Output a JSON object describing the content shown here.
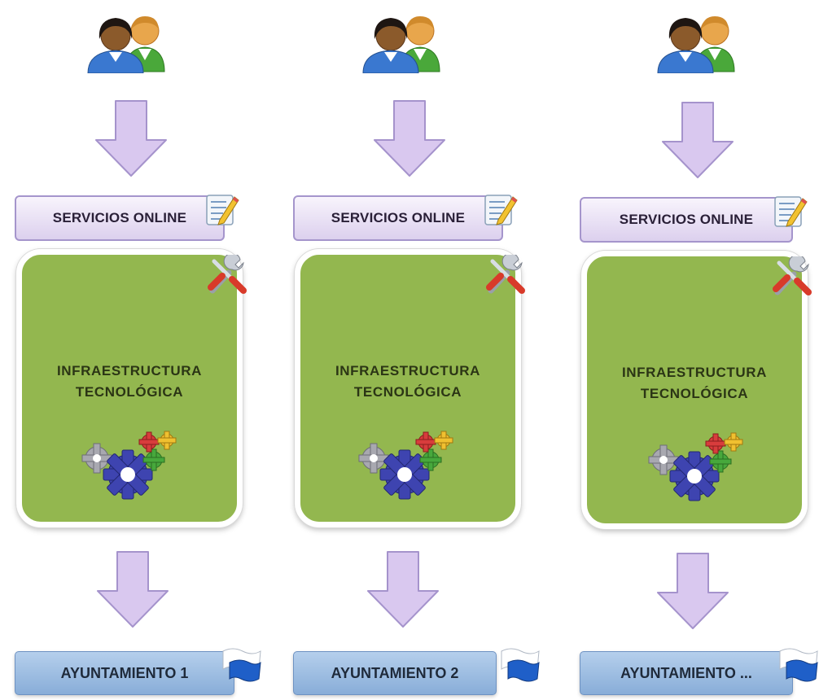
{
  "columns": [
    {
      "services_label": "SERVICIOS ONLINE",
      "infra_line1": "INFRAESTRUCTURA",
      "infra_line2": "TECNOLÓGICA",
      "town_label": "AYUNTAMIENTO 1"
    },
    {
      "services_label": "SERVICIOS ONLINE",
      "infra_line1": "INFRAESTRUCTURA",
      "infra_line2": "TECNOLÓGICA",
      "town_label": "AYUNTAMIENTO 2"
    },
    {
      "services_label": "SERVICIOS ONLINE",
      "infra_line1": "INFRAESTRUCTURA",
      "infra_line2": "TECNOLÓGICA",
      "town_label": "AYUNTAMIENTO ..."
    }
  ],
  "icons": {
    "users": "users-icon",
    "arrow": "arrow-down-icon",
    "form": "form-edit-icon",
    "tools": "tools-icon",
    "gears": "gears-icon",
    "flag": "flag-icon"
  },
  "colors": {
    "arrow_fill": "#d9c8ef",
    "arrow_stroke": "#a593cc",
    "services_border": "#a595cc",
    "infra_fill": "#93b74f",
    "town_fill": "#9fbfe3"
  }
}
